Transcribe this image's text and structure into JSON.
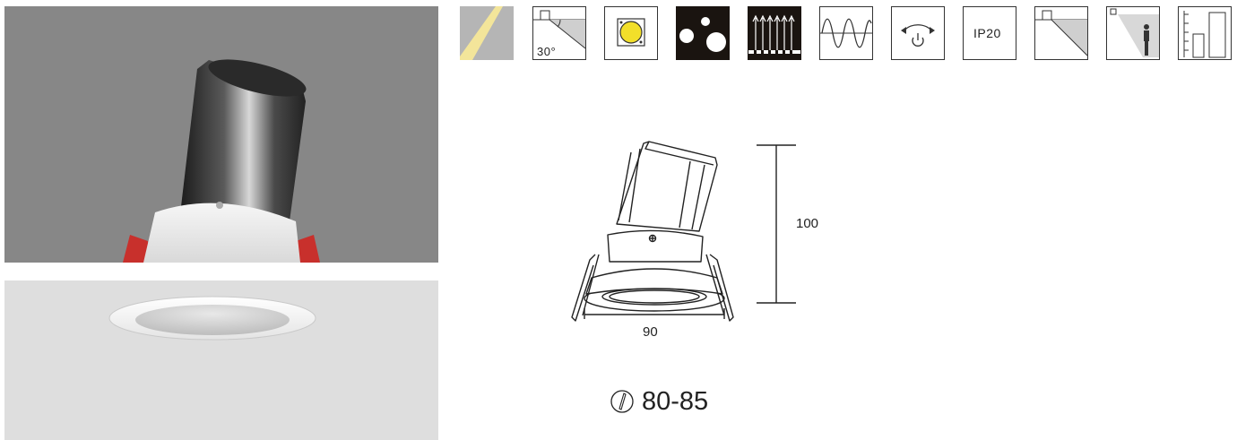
{
  "icons": {
    "beam_label": "30°",
    "ip_label": "IP20"
  },
  "drawing": {
    "height_label": "100",
    "width_label": "90"
  },
  "cutout": {
    "value": "80-85"
  },
  "colors": {
    "photo_bg": "#878787",
    "ceiling_bg": "#dedede",
    "cob_yellow": "#f2df2a",
    "clip_red": "#c8302c"
  }
}
